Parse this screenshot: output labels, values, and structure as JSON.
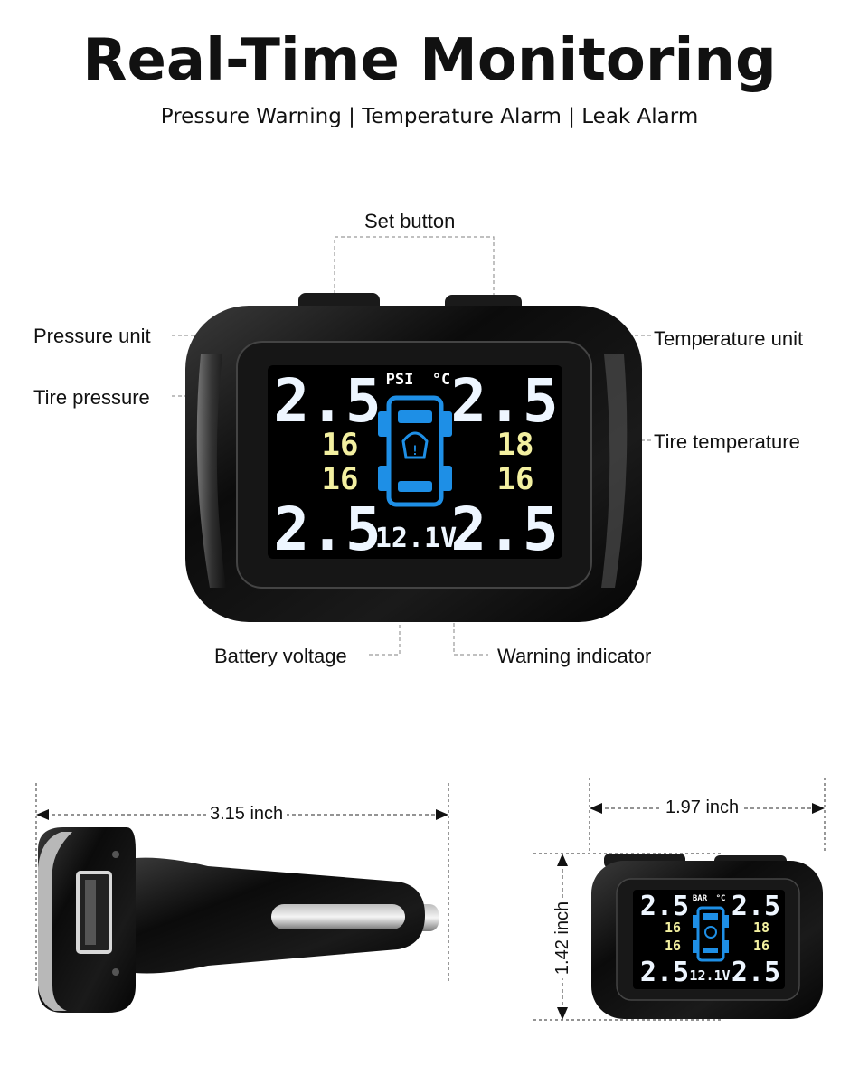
{
  "header": {
    "title": "Real-Time Monitoring",
    "subtitle": "Pressure Warning | Temperature Alarm | Leak Alarm"
  },
  "callouts": {
    "set_button": "Set button",
    "pressure_unit": "Pressure unit",
    "temperature_unit": "Temperature unit",
    "tire_pressure": "Tire pressure",
    "tire_temperature": "Tire temperature",
    "battery_voltage": "Battery voltage",
    "warning_indicator": "Warning indicator"
  },
  "display_main": {
    "pressure_unit": "PSI",
    "temperature_unit": "°C",
    "pressure_front_left": "2.5",
    "pressure_front_right": "2.5",
    "pressure_rear_left": "2.5",
    "pressure_rear_right": "2.5",
    "temp_front_left": "16",
    "temp_front_right": "18",
    "temp_rear_left": "16",
    "temp_rear_right": "16",
    "voltage": "12.1V"
  },
  "display_small": {
    "pressure_unit": "BAR",
    "temperature_unit": "°C",
    "pressure_front_left": "2.5",
    "pressure_front_right": "2.5",
    "pressure_rear_left": "2.5",
    "pressure_rear_right": "2.5",
    "temp_front_left": "16",
    "temp_front_right": "18",
    "temp_rear_left": "16",
    "temp_rear_right": "16",
    "voltage": "12.1V"
  },
  "dimensions": {
    "length": "3.15 inch",
    "width": "1.97 inch",
    "height": "1.42 inch"
  },
  "colors": {
    "digits_pressure": "#eef6ff",
    "digits_temperature": "#f3f0a0",
    "car_icon": "#1e8fe6",
    "device_body": "#0e0e0e"
  },
  "icons": [
    "car-top-view-icon",
    "tpms-warning-icon",
    "usb-port-icon"
  ]
}
